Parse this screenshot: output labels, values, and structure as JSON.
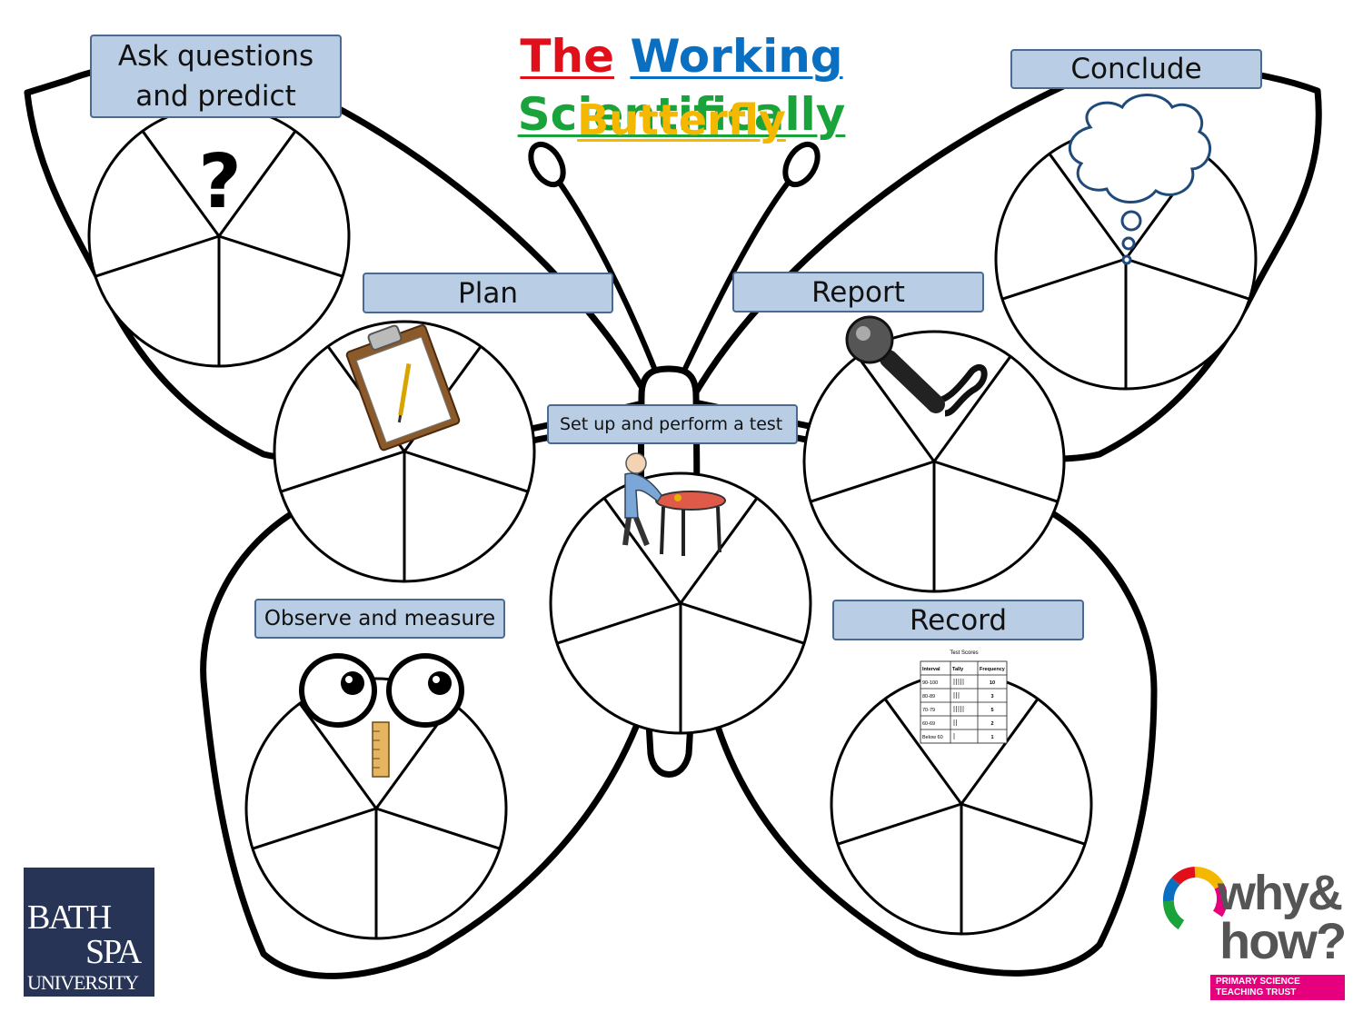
{
  "title": {
    "part1": "The",
    "part2": "Working",
    "part3": "Scientifically",
    "line2": "Butterfly"
  },
  "colors": {
    "the": "#e00f1a",
    "working": "#0a6fc0",
    "scientifically": "#1aa33a",
    "butterfly": "#f5b800",
    "label_fill": "#b9cde4",
    "label_border": "#4a6a92"
  },
  "labels": {
    "ask": {
      "line1": "Ask questions",
      "line2": "and predict"
    },
    "plan": "Plan",
    "test": "Set up and perform a test",
    "observe": "Observe and measure",
    "conclude": "Conclude",
    "report": "Report",
    "record": "Record"
  },
  "icons": {
    "ask": "question-mark-icon",
    "plan": "clipboard-icon",
    "test": "person-at-table-icon",
    "observe": "eyes-and-ruler-icon",
    "conclude": "thought-bubble-icon",
    "report": "microphone-icon",
    "record": "tally-table-icon"
  },
  "record_table": {
    "title": "Test Scores",
    "headers": [
      "Interval",
      "Tally",
      "Frequency"
    ],
    "rows": [
      [
        "90-100",
        "",
        "10"
      ],
      [
        "80-89",
        "",
        "3"
      ],
      [
        "70-79",
        "",
        "5"
      ],
      [
        "60-69",
        "",
        "2"
      ],
      [
        "Below 60",
        "",
        "1"
      ]
    ]
  },
  "logos": {
    "bath_spa": {
      "line1": "BATH",
      "line2": "SPA",
      "line3": "UNIVERSITY"
    },
    "pstt": {
      "line1": "why&",
      "line2": "how?",
      "tagline1": "PRIMARY SCIENCE",
      "tagline2": "TEACHING TRUST"
    }
  }
}
